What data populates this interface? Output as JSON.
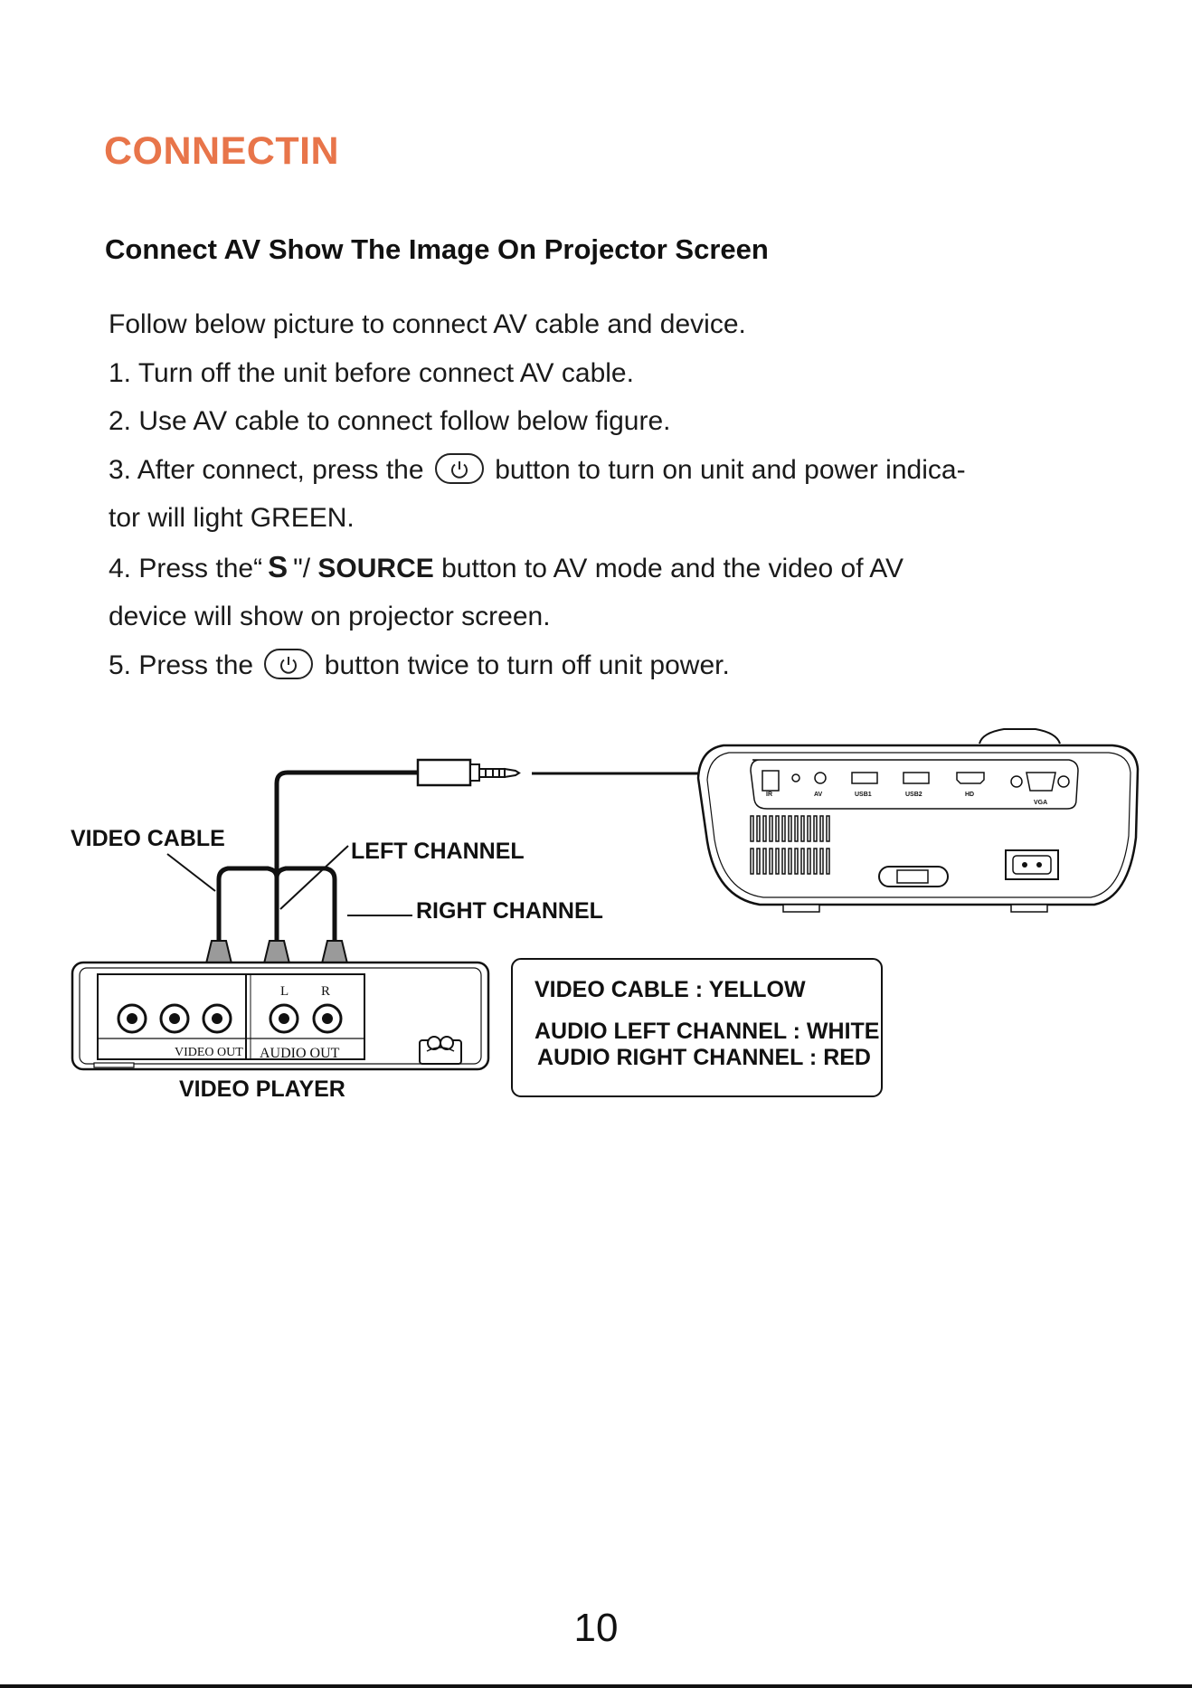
{
  "section_title": "CONNECTIN",
  "subtitle": "Connect AV Show The Image On Projector Screen",
  "steps": {
    "intro": "Follow below picture to connect AV cable and device.",
    "s1": "1. Turn off the unit before connect AV cable.",
    "s2": "2. Use AV cable to connect follow below figure.",
    "s3a_pre": "3. After connect, press the",
    "s3a_post": "button to turn on unit and power indica-",
    "s3b": "tor will light GREEN.",
    "s4a_pre": "4. Press the“",
    "s4a_s": "S",
    "s4a_mid": "\"/",
    "s4a_source": "SOURCE",
    "s4a_post": "button to AV mode and the video of AV",
    "s4b": "device will show on projector screen.",
    "s5_pre": "5. Press the",
    "s5_post": "button twice to turn off unit power."
  },
  "diagram": {
    "video_cable": "VIDEO CABLE",
    "left_channel": "LEFT CHANNEL",
    "right_channel": "RIGHT CHANNEL",
    "video_player": "VIDEO PLAYER",
    "video_out": "VIDEO OUT",
    "audio_out": "AUDIO OUT",
    "l": "L",
    "r": "R",
    "legend": {
      "video": "VIDEO CABLE : YELLOW",
      "left": "AUDIO LEFT CHANNEL : WHITE",
      "right": "AUDIO RIGHT CHANNEL : RED"
    },
    "ports": {
      "ir": "IR",
      "av": "AV",
      "usb1": "USB1",
      "usb2": "USB2",
      "hd": "HD",
      "vga": "VGA"
    }
  },
  "page_number": "10",
  "colors": {
    "title": "#e8754a"
  }
}
